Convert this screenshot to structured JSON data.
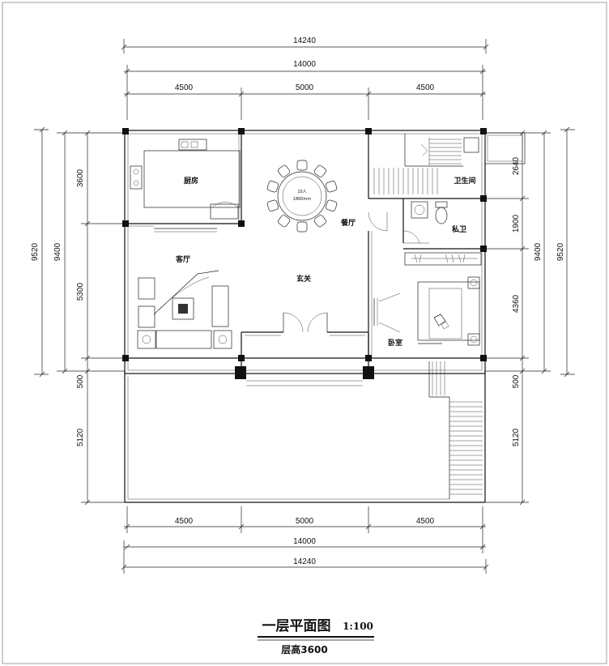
{
  "dimensions": {
    "top": {
      "overall": "14240",
      "inner": "14000",
      "segments": [
        "4500",
        "5000",
        "4500"
      ]
    },
    "bottom": {
      "overall": "14240",
      "inner": "14000",
      "segments": [
        "4500",
        "5000",
        "4500"
      ]
    },
    "left": {
      "overall": "9520",
      "inner": "9400",
      "upper": "3600",
      "middle": "5300",
      "porch_step": "500",
      "porch": "5120"
    },
    "right": {
      "overall": "9520",
      "inner": "9400",
      "upper": "2640",
      "middle_a": "1900",
      "middle_b": "4360",
      "porch_step": "500",
      "porch": "5120"
    }
  },
  "rooms": {
    "kitchen": "厨房",
    "dining": "餐厅",
    "living": "客厅",
    "foyer": "玄关",
    "bathroom": "卫生间",
    "private_bath": "私卫",
    "bedroom": "卧室"
  },
  "table_label": {
    "line1": "10人",
    "line2": "1800mm"
  },
  "title": {
    "main": "一层平面图",
    "scale": "1:100",
    "floor_height": "层高3600"
  }
}
